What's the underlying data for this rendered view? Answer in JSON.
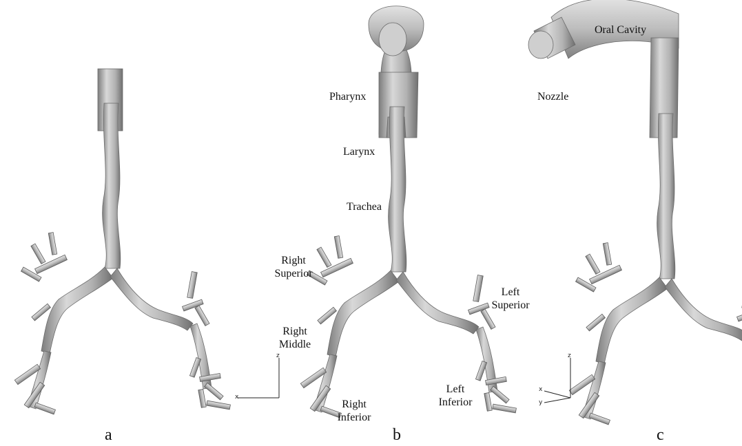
{
  "panels": [
    "a",
    "b",
    "c"
  ],
  "anatomy_labels": {
    "pharynx": "Pharynx",
    "larynx": "Larynx",
    "trachea": "Trachea",
    "right_superior": [
      "Right",
      "Superior"
    ],
    "right_middle": [
      "Right",
      "Middle"
    ],
    "right_inferior": [
      "Right",
      "Inferior"
    ],
    "left_superior": [
      "Left",
      "Superior"
    ],
    "left_inferior": [
      "Left",
      "Inferior"
    ],
    "oral_cavity": "Oral Cavity",
    "nozzle": "Nozzle"
  },
  "axes": {
    "b_to_c_triad": {
      "vertical": "z",
      "horizontal": "x"
    },
    "c_triad": {
      "vertical": "z",
      "left_upper": "x",
      "left_lower": "y"
    }
  },
  "colors": {
    "surface": "#b9b9b9",
    "surface_dark": "#8a8a8a",
    "surface_light": "#dcdcdc",
    "text": "#111111"
  }
}
